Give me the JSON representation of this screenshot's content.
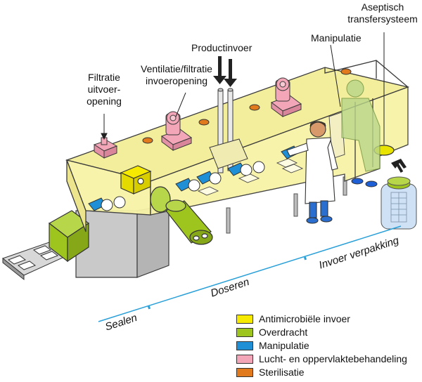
{
  "labels": {
    "filtratie_uitvoer": [
      "Filtratie",
      "uitvoer-",
      "opening"
    ],
    "ventilatie": [
      "Ventilatie/filtratie",
      "invoeropening"
    ],
    "productinvoer": "Productinvoer",
    "manipulatie": "Manipulatie",
    "aseptisch": [
      "Aseptisch",
      "transfersysteem"
    ]
  },
  "axis": {
    "sealen": "Sealen",
    "doseren": "Doseren",
    "invoer_verpakking": "Invoer verpakking"
  },
  "legend": [
    {
      "label": "Antimicrobiële invoer",
      "color": "#f5ea00"
    },
    {
      "label": "Overdracht",
      "color": "#9ec41e"
    },
    {
      "label": "Manipulatie",
      "color": "#1f8fd6"
    },
    {
      "label": "Lucht- en oppervlaktebehandeling",
      "color": "#f2a6b8"
    },
    {
      "label": "Sterilisatie",
      "color": "#e07a1c"
    }
  ],
  "colors": {
    "enclosure": "#f7f3a6",
    "enclosure_edge": "#3a3a3a",
    "steel": "#cfcfcf",
    "axis_line": "#2aa0d8"
  }
}
